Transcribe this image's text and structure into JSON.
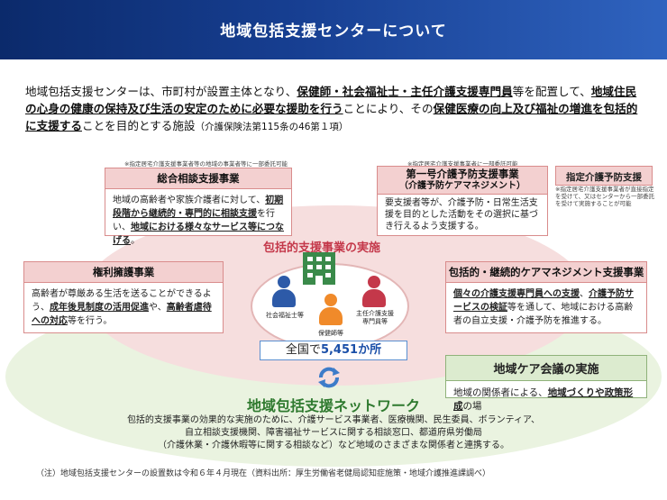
{
  "title": "地域包括支援センターについて",
  "intro": {
    "p1": "地域包括支援センターは、市町村が設置主体となり、",
    "p2": "保健師・社会福祉士・主任介護支援専門員",
    "p3": "等を配置して、",
    "p4": "地域住民の心身の健康の保持及び生活の安定のために必要な援助を行う",
    "p5": "ことにより、その",
    "p6": "保健医療の向上及び福祉の増進を包括的に支援する",
    "p7": "ことを目的とする施設",
    "p8": "（介護保険法第115条の46第１項）"
  },
  "notes": {
    "left": "※指定居宅介護支援事業者等の地域の事業者等に一部委託可能",
    "mid": "※指定居宅介護支援事業者に一部委託可能",
    "right": "※指定居宅介護支援事業者が直接指定を受けて、又はセンターから一部委託を受けて実施することが可能"
  },
  "boxes": {
    "general": {
      "header": "総合相談支援事業",
      "b1": "地域の高齢者や家族介護者に対して、",
      "b2": "初期段階から継続的・専門的に相談支援",
      "b3": "を行い、",
      "b4": "地域における様々なサービス等につなげる",
      "b5": "。"
    },
    "prevention": {
      "header1": "第一号介護予防支援事業",
      "header2": "（介護予防ケアマネジメント）",
      "body": "要支援者等が、介護予防・日常生活支援を目的とした活動をその選択に基づき行えるよう支援する。"
    },
    "designated": "指定介護予防支援",
    "rights": {
      "header": "権利擁護事業",
      "b1": "高齢者が尊厳ある生活を送ることができるよう、",
      "b2": "成年後見制度の活用促進",
      "b3": "や、",
      "b4": "高齢者虐待への対応",
      "b5": "等を行う。"
    },
    "caremgmt": {
      "header": "包括的・継続的ケアマネジメント支援事業",
      "b1": "個々の介護支援専門員への支援",
      "b2": "、",
      "b3": "介護予防サービスの検証",
      "b4": "等を通して、地域における高齢者の自立支援・介護予防を推進する。"
    },
    "meeting": {
      "header": "地域ケア会議の実施",
      "b1": "地域の関係者による、",
      "b2": "地域づくりや政策形成",
      "b3": "の場"
    }
  },
  "center": {
    "impl_label": "包括的支援事業の実施",
    "social_worker": "社会福祉士等",
    "nurse": "保健師等",
    "care_manager": "主任介護支援専門員等",
    "count_prefix": "全国で",
    "count": "5,451",
    "count_suffix": "か所"
  },
  "network": {
    "title": "地域包括支援ネットワーク",
    "line1": "包括的支援事業の効果的な実施のために、介護サービス事業者、医療機関、民生委員、ボランティア、",
    "line2": "自立相談支援機関、障害福祉サービスに関する相談窓口、都道府県労働局",
    "line3": "（介護休業・介護休暇等に関する相談など）など地域のさまざまな関係者と連携する。"
  },
  "footnote": "（注）地域包括支援センターの設置数は令和６年４月現在（資料出所：厚生労働省老健局認知症施策・地域介護推進課調べ）",
  "colors": {
    "title_bg": "#173f92",
    "accent_red": "#c4384a",
    "network_green": "#2f7a2f",
    "count_blue": "#1a4fa8"
  },
  "icons": [
    "building-icon",
    "social-worker-icon",
    "nurse-icon",
    "care-manager-icon",
    "cycle-arrows-icon"
  ]
}
